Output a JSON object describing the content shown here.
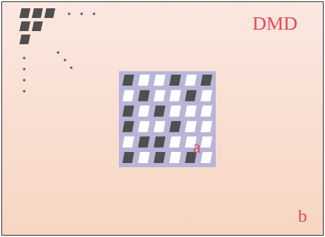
{
  "diagram": {
    "labels": [
      "DMD",
      "a",
      "b"
    ]
  }
}
